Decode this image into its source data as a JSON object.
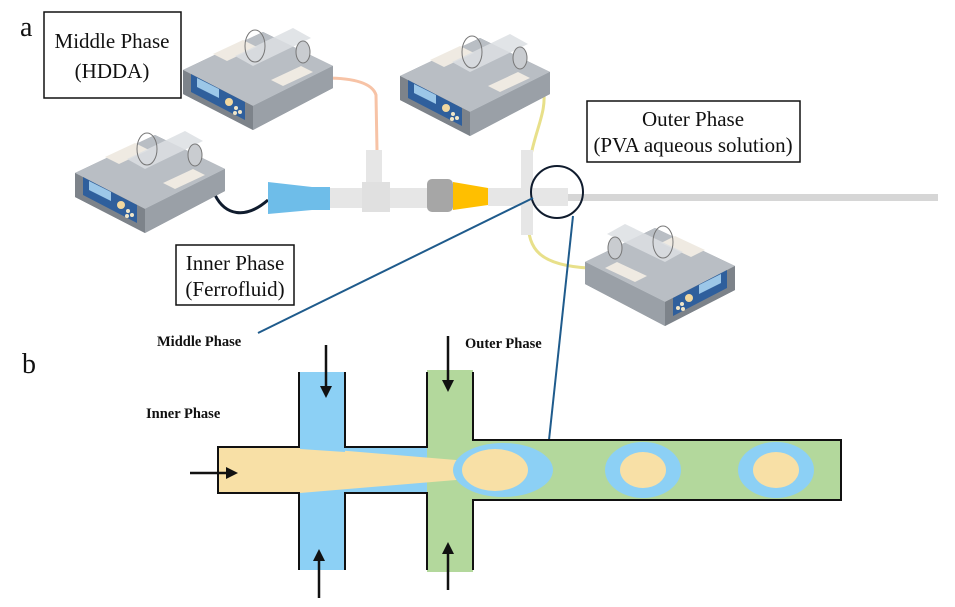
{
  "figure": {
    "panel_a": {
      "letter": "a",
      "labels": {
        "middle": {
          "line1": "Middle Phase",
          "line2": "(HDDA)"
        },
        "outer": {
          "line1": "Outer Phase",
          "line2": "(PVA aqueous solution)"
        },
        "inner": {
          "line1": "Inner Phase",
          "line2": "(Ferrofluid)"
        }
      },
      "pumps": [
        "middle-phase-pump",
        "outer-phase-pump-top",
        "inner-phase-pump",
        "outer-phase-pump-bottom"
      ]
    },
    "panel_b": {
      "letter": "b",
      "labels": {
        "middle": "Middle Phase",
        "outer": "Outer Phase",
        "inner": "Inner Phase"
      },
      "droplet_count": 3
    },
    "colors": {
      "inner_phase": "#f8e0a6",
      "middle_phase": "#8cd0f5",
      "outer_phase": "#b3d89c",
      "tube": "#e6e6e6",
      "connector_blue": "#6ebde9",
      "connector_yellow": "#ffbf00",
      "connector_gray": "#a6a6a6",
      "zoom_line": "#1f5b8c",
      "tube_orange": "#f7c3a6",
      "tube_yellow": "#e8e08a",
      "tube_dark": "#101c2e"
    }
  }
}
